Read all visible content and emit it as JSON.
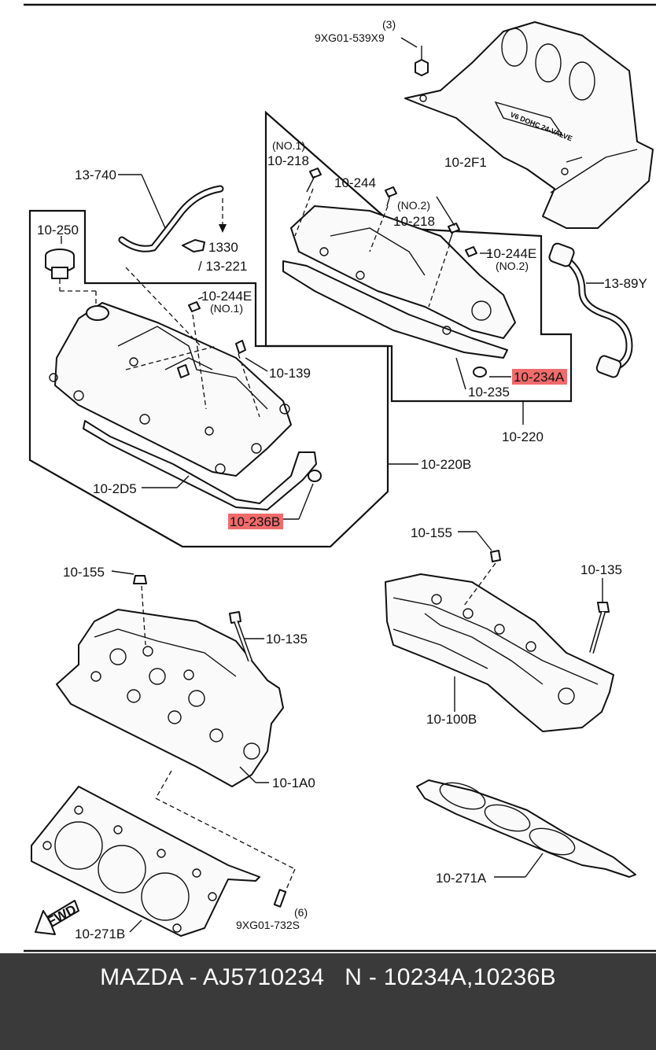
{
  "labels": {
    "nut_qty": "(3)",
    "nut_part": "9XG01-539X9",
    "engine_cover": "10-2F1",
    "no1_a": "(NO.1)",
    "bolt_218_a": "10-218",
    "bolt_244_a": "10-244",
    "no2_a": "(NO.2)",
    "bolt_218_b": "10-218",
    "bolt_244e_b": "10-244E",
    "no2_b": "(NO.2)",
    "hose_89y": "13-89Y",
    "seal_234a": "10-234A",
    "seal_235": "10-235",
    "cover_220": "10-220",
    "hose_740": "13-740",
    "ref_1330": "1330",
    "ref_13221": "/ 13-221",
    "cap_250": "10-250",
    "bolt_244e_a": "10-244E",
    "no1_b": "(NO.1)",
    "valve_139": "10-139",
    "cover_220b": "10-220B",
    "gasket_2d5": "10-2D5",
    "seal_236b": "10-236B",
    "plug_155_left": "10-155",
    "bolt_135_left": "10-135",
    "head_1a0": "10-1A0",
    "gasket_271b": "10-271B",
    "pin_qty": "(6)",
    "pin_part": "9XG01-732S",
    "fwd": "FWD",
    "plug_155_right": "10-155",
    "bolt_135_right": "10-135",
    "head_100b": "10-100B",
    "gasket_271a": "10-271A"
  },
  "highlighted": [
    "seal_234a",
    "seal_236b"
  ],
  "colors": {
    "highlight": "#f06b6b",
    "footer_bg": "#3a3a3a",
    "footer_text": "#ffffff"
  },
  "footer": {
    "text": "MAZDA - AJ5710234   N - 10234A,10236B"
  }
}
